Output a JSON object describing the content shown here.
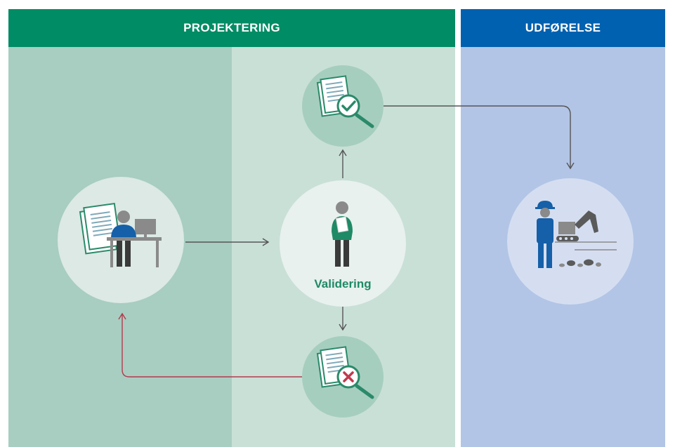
{
  "header": {
    "projektering": "PROJEKTERING",
    "udfoerelse": "UDFØRELSE"
  },
  "nodes": {
    "validering_label": "Validering"
  },
  "colors": {
    "projektering_header": "#008c64",
    "udfoerelse_header": "#0061b0",
    "zone_dark_green": "#a8cdc1",
    "zone_light_green": "#c9e0d7",
    "zone_blue": "#b2c5e6",
    "approve_green": "#1f9a70",
    "reject_red": "#c03a4e",
    "arrow_gray": "#555555",
    "return_arrow_red": "#b33a4e"
  },
  "icons": [
    "designer-at-desk-icon",
    "validator-person-icon",
    "document-approved-icon",
    "document-rejected-icon",
    "construction-worker-excavator-icon"
  ]
}
